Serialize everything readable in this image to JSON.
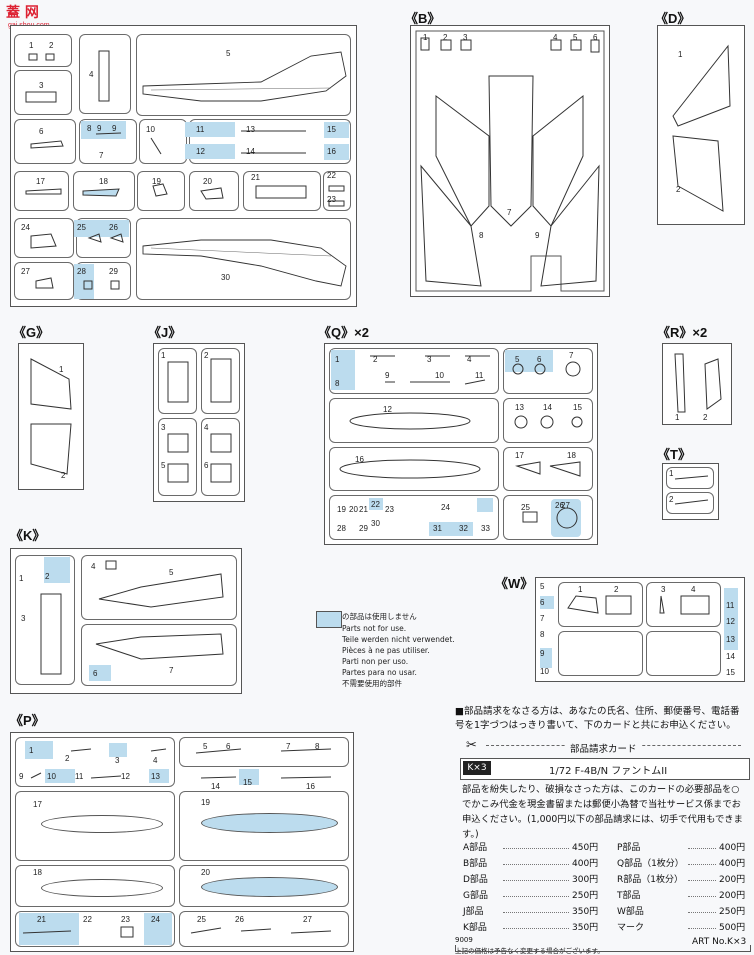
{
  "watermark": {
    "logo": "蓋 网",
    "url": "gai.shou.com"
  },
  "sections": {
    "B": "《B》",
    "D": "《D》",
    "G": "《G》",
    "J": "《J》",
    "Q": "《Q》×2",
    "R": "《R》×2",
    "T": "《T》",
    "K": "《K》",
    "W": "《W》",
    "P": "《P》"
  },
  "sprueA": {
    "labels": [
      "1",
      "2",
      "3",
      "4",
      "5",
      "6",
      "7",
      "8",
      "9",
      "9",
      "10",
      "11",
      "12",
      "13",
      "14",
      "15",
      "16",
      "17",
      "18",
      "19",
      "20",
      "21",
      "22",
      "23",
      "24",
      "25",
      "26",
      "27",
      "28",
      "29",
      "30"
    ]
  },
  "sprueB": {
    "labels": [
      "1",
      "2",
      "3",
      "4",
      "5",
      "6",
      "7",
      "8",
      "9"
    ]
  },
  "sprueD": {
    "labels": [
      "1",
      "2"
    ]
  },
  "sprueG": {
    "labels": [
      "1",
      "2"
    ]
  },
  "sprueJ": {
    "labels": [
      "1",
      "2",
      "3",
      "4",
      "5",
      "6"
    ]
  },
  "sprueQ": {
    "labels": [
      "1",
      "2",
      "3",
      "4",
      "5",
      "6",
      "7",
      "8",
      "9",
      "10",
      "11",
      "12",
      "13",
      "14",
      "15",
      "16",
      "17",
      "18",
      "19",
      "20",
      "21",
      "22",
      "23",
      "24",
      "25",
      "26",
      "27",
      "28",
      "29",
      "30",
      "31",
      "32",
      "33"
    ]
  },
  "sprueR": {
    "labels": [
      "1",
      "2"
    ]
  },
  "sprueT": {
    "labels": [
      "1",
      "2"
    ]
  },
  "sprueK": {
    "labels": [
      "1",
      "2",
      "3",
      "4",
      "5",
      "6",
      "7"
    ]
  },
  "sprueW": {
    "labels": [
      "1",
      "2",
      "3",
      "4",
      "5",
      "6",
      "7",
      "8",
      "9",
      "10",
      "11",
      "12",
      "13",
      "14",
      "15"
    ]
  },
  "spruep": {
    "labels": [
      "1",
      "2",
      "3",
      "4",
      "5",
      "6",
      "7",
      "8",
      "9",
      "10",
      "11",
      "12",
      "13",
      "14",
      "15",
      "16",
      "17",
      "18",
      "19",
      "20",
      "21",
      "22",
      "23",
      "24",
      "25",
      "26",
      "27"
    ]
  },
  "legend": {
    "lines": [
      "の部品は使用しません",
      "Parts not for use.",
      "Teile werden nicht verwendet.",
      "Pièces à ne pas utiliser.",
      "Parti non per uso.",
      "Partes para no usar.",
      "不需要使用的部件"
    ]
  },
  "order": {
    "intro": "■部品請求をなさる方は、あなたの氏名、住所、郵便番号、電話番号を1字づつはっきり書いて、下のカードと共にお申込ください。",
    "card_title": "部品請求カード",
    "kit_code": "K×3",
    "kit_name": "1/72 F-4B/N ファントムII",
    "body": "部品を紛失したり、破損なさった方は、このカードの必要部品を○でかこみ代金を現金書留または郵便小為替で当社サービス係までお申込ください。(1,000円以下の部品請求には、切手で代用もできます。)",
    "prices_left": [
      {
        "name": "A部品",
        "price": "450円"
      },
      {
        "name": "B部品",
        "price": "400円"
      },
      {
        "name": "D部品",
        "price": "300円"
      },
      {
        "name": "G部品",
        "price": "250円"
      },
      {
        "name": "J部品",
        "price": "350円"
      },
      {
        "name": "K部品",
        "price": "350円"
      }
    ],
    "prices_right": [
      {
        "name": "P部品",
        "price": "400円"
      },
      {
        "name": "Q部品（1枚分）",
        "price": "400円"
      },
      {
        "name": "R部品（1枚分）",
        "price": "200円"
      },
      {
        "name": "T部品",
        "price": "200円"
      },
      {
        "name": "W部品",
        "price": "250円"
      },
      {
        "name": "マーク",
        "price": "500円"
      }
    ],
    "art_no": "ART No.K×3",
    "note": "上記の価格は予告なく変更する場合がございます。",
    "code": "9009"
  }
}
